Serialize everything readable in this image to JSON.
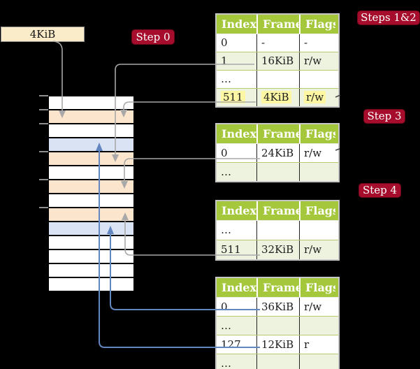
{
  "free_page_box": {
    "label": "4KiB"
  },
  "badges": {
    "steps12": {
      "label": "Steps 1&2"
    },
    "step0": {
      "label": "Step 0"
    },
    "step3": {
      "label": "Step 3"
    },
    "step4": {
      "label": "Step 4"
    }
  },
  "memory": {
    "rows": [
      "white",
      "peach",
      "white",
      "blue",
      "peach",
      "white",
      "peach",
      "white",
      "peach",
      "blue",
      "white",
      "white",
      "white",
      "white"
    ],
    "tick_rows": [
      0,
      1,
      2,
      4,
      6,
      8
    ]
  },
  "tables": [
    {
      "id": "page-table-steps-1-2",
      "headers": [
        "Index",
        "Frame",
        "Flags"
      ],
      "rows": [
        {
          "cells": [
            "0",
            "-",
            "-"
          ],
          "shaded": false,
          "highlighted": false
        },
        {
          "cells": [
            "1",
            "16KiB",
            "r/w"
          ],
          "shaded": true,
          "highlighted": false
        },
        {
          "cells": [
            "…",
            "",
            ""
          ],
          "shaded": false,
          "highlighted": false
        },
        {
          "cells": [
            "511",
            "4KiB",
            "r/w"
          ],
          "shaded": true,
          "highlighted": true
        }
      ]
    },
    {
      "id": "page-table-step-3",
      "headers": [
        "Index",
        "Frame",
        "Flags"
      ],
      "rows": [
        {
          "cells": [
            "0",
            "24KiB",
            "r/w"
          ],
          "shaded": false,
          "highlighted": false
        },
        {
          "cells": [
            "…",
            "",
            ""
          ],
          "shaded": true,
          "highlighted": false
        }
      ]
    },
    {
      "id": "page-table-step-4",
      "headers": [
        "Index",
        "Frame",
        "Flags"
      ],
      "rows": [
        {
          "cells": [
            "…",
            "",
            ""
          ],
          "shaded": false,
          "highlighted": false
        },
        {
          "cells": [
            "511",
            "32KiB",
            "r/w"
          ],
          "shaded": true,
          "highlighted": false
        }
      ]
    },
    {
      "id": "page-table-final",
      "headers": [
        "Index",
        "Frame",
        "Flags"
      ],
      "rows": [
        {
          "cells": [
            "0",
            "36KiB",
            "r/w"
          ],
          "shaded": false,
          "highlighted": false
        },
        {
          "cells": [
            "…",
            "",
            ""
          ],
          "shaded": true,
          "highlighted": false
        },
        {
          "cells": [
            "127",
            "12KiB",
            "r"
          ],
          "shaded": false,
          "highlighted": false
        },
        {
          "cells": [
            "…",
            "",
            ""
          ],
          "shaded": true,
          "highlighted": false
        }
      ]
    }
  ],
  "colors": {
    "background": "#000000",
    "badge": "#a60d2c",
    "cream": "#faecc9",
    "header_green": "#a4c73c",
    "row_green": "#eef3e0",
    "peach": "#fce5cd",
    "blue_row": "#dae3f3",
    "highlight_yellow": "#fdf7a3",
    "gray_arrow": "#a8a8a8",
    "blue_arrow": "#6286bf"
  }
}
